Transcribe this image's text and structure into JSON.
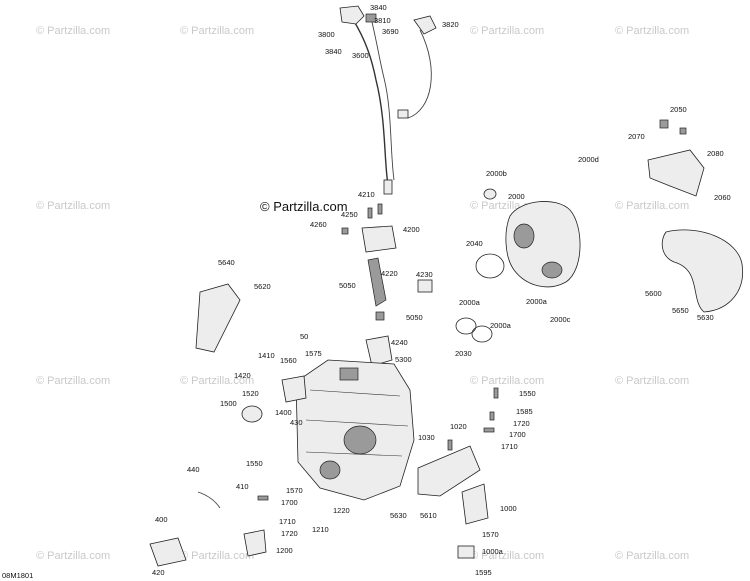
{
  "diagram": {
    "code": "08M1801",
    "watermark_main": "© Partzilla.com",
    "watermark_repeat": "© Partzilla.com",
    "callouts": [
      "3840",
      "3810",
      "3690",
      "3820",
      "3800",
      "3840",
      "3600",
      "2050",
      "2070",
      "2080",
      "2000d",
      "2000b",
      "2000",
      "4210",
      "4250",
      "4260",
      "4200",
      "2060",
      "2040",
      "4220",
      "4230",
      "5640",
      "5620",
      "5050",
      "5050",
      "2000a",
      "2000a",
      "2000a",
      "2000c",
      "5600",
      "5650",
      "5630",
      "2030",
      "4240",
      "50",
      "1575",
      "1410",
      "1560",
      "5300",
      "1420",
      "1550",
      "1520",
      "1500",
      "1400",
      "430",
      "1585",
      "1720",
      "1700",
      "1710",
      "1030",
      "1020",
      "440",
      "1550",
      "410",
      "1570",
      "1700",
      "1710",
      "1220",
      "1720",
      "1210",
      "5630",
      "5610",
      "1000",
      "400",
      "1200",
      "1570",
      "1000a",
      "1595",
      "420"
    ]
  }
}
